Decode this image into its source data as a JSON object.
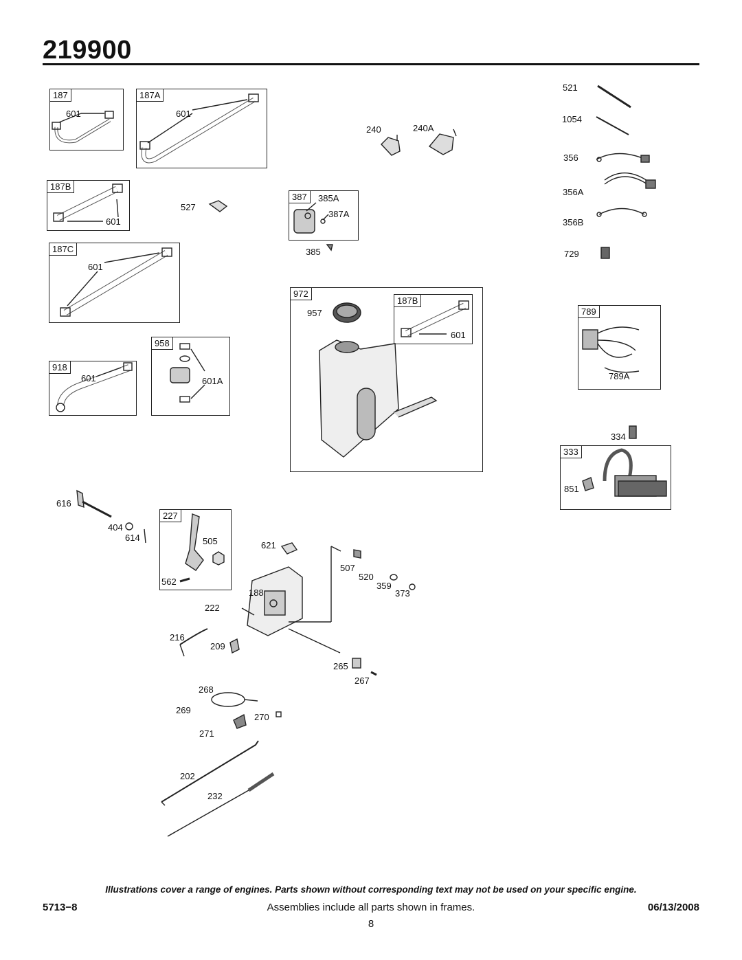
{
  "header": {
    "model": "219900"
  },
  "frames": {
    "f187": "187",
    "f187A": "187A",
    "f187B": "187B",
    "f187C": "187C",
    "f918": "918",
    "f958": "958",
    "f387": "387",
    "f972": "972",
    "f972_187B": "187B",
    "f789": "789",
    "f333": "333",
    "f227": "227"
  },
  "labels": {
    "l601_a": "601",
    "l601_b": "601",
    "l601_c": "601",
    "l601_d": "601",
    "l601_e": "601",
    "l601_f": "601",
    "l601A": "601A",
    "l527": "527",
    "l240": "240",
    "l240A": "240A",
    "l385A": "385A",
    "l387A": "387A",
    "l385": "385",
    "l957": "957",
    "l521": "521",
    "l1054": "1054",
    "l356": "356",
    "l356A": "356A",
    "l356B": "356B",
    "l729": "729",
    "l789A": "789A",
    "l334": "334",
    "l851": "851",
    "l616": "616",
    "l404": "404",
    "l614": "614",
    "l505": "505",
    "l562": "562",
    "l621": "621",
    "l507": "507",
    "l520": "520",
    "l359": "359",
    "l373": "373",
    "l188": "188",
    "l222": "222",
    "l216": "216",
    "l209": "209",
    "l265": "265",
    "l267": "267",
    "l268": "268",
    "l269": "269",
    "l270": "270",
    "l271": "271",
    "l202": "202",
    "l232": "232"
  },
  "footer": {
    "note": "Illustrations cover a range of engines. Parts shown without corresponding text may not be used on your specific engine.",
    "doc_number": "5713−8",
    "caption": "Assemblies include all parts shown in frames.",
    "date": "06/13/2008",
    "page_number": "8"
  }
}
